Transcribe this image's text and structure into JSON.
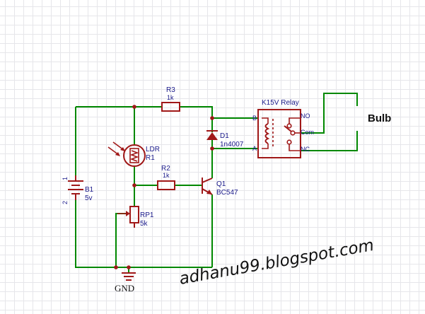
{
  "labels": {
    "r3_name": "R3",
    "r3_value": "1k",
    "ldr_type": "LDR",
    "ldr_name": "R1",
    "r2_name": "R2",
    "r2_value": "1k",
    "b1_name": "B1",
    "b1_value": "5v",
    "b1_pin1": "1",
    "b1_pin2": "2",
    "rp1_name": "RP1",
    "rp1_value": "5k",
    "d1_name": "D1",
    "d1_value": "1n4007",
    "q1_name": "Q1",
    "q1_value": "BC547",
    "relay_title": "K15V Relay",
    "relay_pin_b": "B",
    "relay_pin_a": "A",
    "relay_pin_no": "NO",
    "relay_pin_com": "Com",
    "relay_pin_nc": "NC",
    "load_label": "Bulb",
    "ground_label": "GND"
  },
  "watermark": "adhanu99.blogspot.com",
  "colors": {
    "wire": "#008800",
    "component": "#a01818",
    "label": "#1a1a8a",
    "grid": "#e6e6ea"
  }
}
